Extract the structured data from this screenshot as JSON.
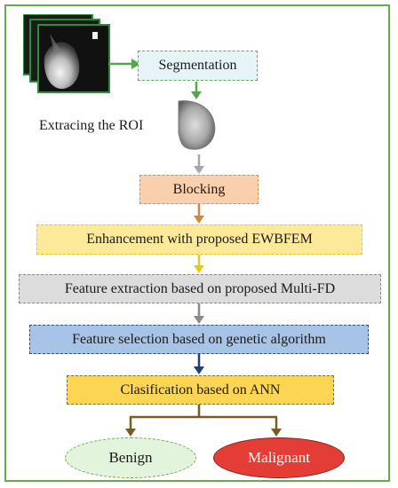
{
  "diagram": {
    "steps": {
      "segmentation": "Segmentation",
      "roi_label": "Extracing the ROI",
      "blocking": "Blocking",
      "enhancement": "Enhancement with proposed EWBFEM",
      "feature_extraction": "Feature extraction based on proposed Multi-FD",
      "feature_selection": "Feature selection based on genetic algorithm",
      "classification": "Clasification based on ANN"
    },
    "outcomes": {
      "benign": "Benign",
      "malignant": "Malignant"
    },
    "colors": {
      "frame": "#6aa84f",
      "segmentation_fill": "#e6f4f8",
      "blocking_fill": "#f9cfae",
      "enhancement_fill": "#fde99a",
      "extraction_fill": "#dcdcdc",
      "selection_fill": "#a7c3e6",
      "classification_fill": "#fbd553",
      "benign_fill": "#e3f4dc",
      "malignant_fill": "#e43d36"
    }
  }
}
